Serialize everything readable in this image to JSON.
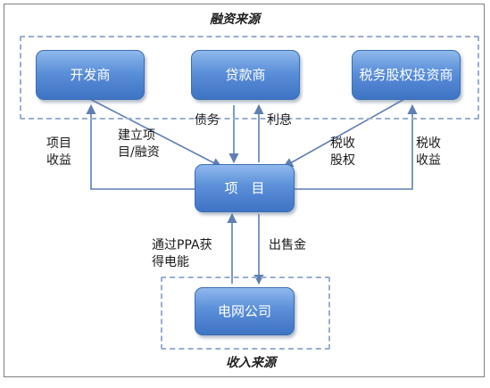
{
  "regions": {
    "financing": "融资来源",
    "income": "收入来源"
  },
  "nodes": {
    "developer": "开发商",
    "lender": "贷款商",
    "tax_equity": "税务股权投资商",
    "project": "项　目",
    "grid": "电网公司"
  },
  "labels": {
    "project_income": [
      "项目",
      "收益"
    ],
    "build_finance": [
      "建立项",
      "目/融资"
    ],
    "debt": "债务",
    "interest": "利息",
    "tax_equity_in": [
      "税收",
      "股权"
    ],
    "tax_income": [
      "税收",
      "收益"
    ],
    "ppa": [
      "通过PPA获",
      "得电能"
    ],
    "sales": "出售金"
  },
  "colors": {
    "node_fill": "#5b8fd9",
    "region_border": "#9aaed0",
    "arrow": "#5f7fb4"
  }
}
